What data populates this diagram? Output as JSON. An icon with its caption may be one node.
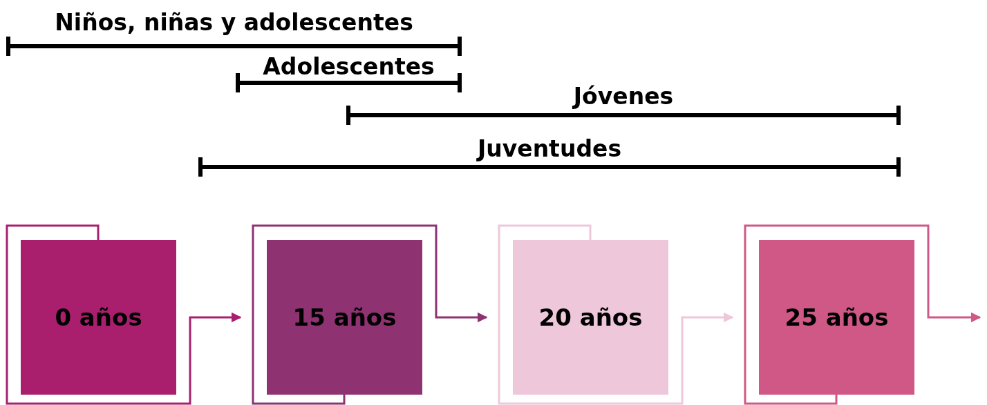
{
  "diagram": {
    "nodes": [
      {
        "text": [
          "0 años"
        ]
      },
      {
        "text": [
          "15 años"
        ]
      },
      {
        "text": [
          "20 años"
        ]
      },
      {
        "text": [
          "25 años"
        ]
      }
    ],
    "edges": [
      {
        "from": 0,
        "to": 1,
        "arrow": "to",
        "color": "#a91f6e"
      },
      {
        "from": 1,
        "to": 2,
        "arrow": "to",
        "color": "#8e3272"
      },
      {
        "from": 2,
        "to": 3,
        "arrow": "to",
        "color": "#eec8da"
      },
      {
        "from": 3,
        "to": null,
        "arrow": "to",
        "color": "#cf5886"
      }
    ],
    "labels": [
      "Niños, niñas y adolescentes",
      "Adolescentes",
      "Jóvenes",
      "Juventudes"
    ]
  }
}
